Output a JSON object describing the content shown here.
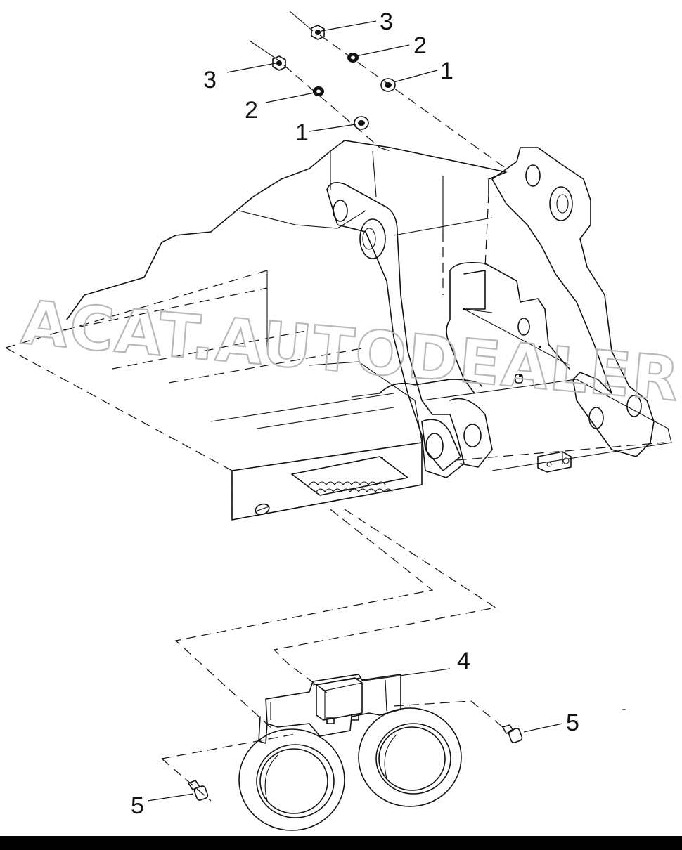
{
  "watermark": "ACAT.AUTODEALER.RU",
  "callouts": {
    "washer_upper": "1",
    "washer_lower": "1",
    "lock_washer_upper": "2",
    "lock_washer_lower": "2",
    "nut_upper": "3",
    "nut_lower": "3",
    "lamp_assembly": "4",
    "bolt_right": "5",
    "bolt_left": "5"
  },
  "colors": {
    "line": "#111111",
    "watermark": "#b9b9b9",
    "background": "#ffffff",
    "bottom_bar": "#000000"
  }
}
